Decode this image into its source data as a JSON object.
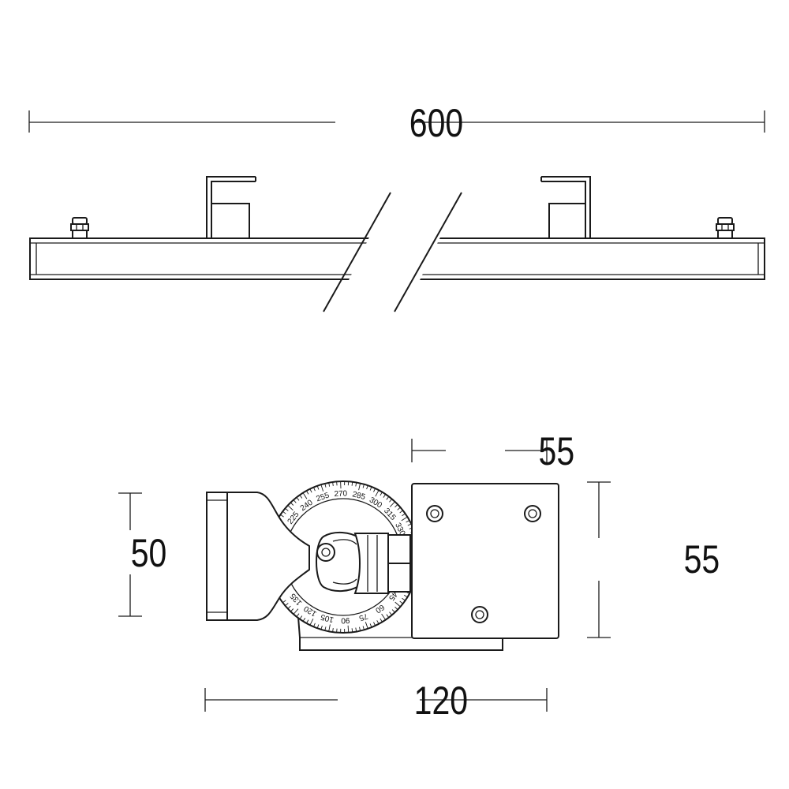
{
  "dimensions": {
    "length": "600",
    "mount_width": "55",
    "head_height": "50",
    "mount_height": "55",
    "total_depth": "120"
  },
  "dial_scale": {
    "upper": [
      "225",
      "240",
      "255",
      "270",
      "285",
      "300",
      "315",
      "330"
    ],
    "lower": [
      "135",
      "120",
      "105",
      "90",
      "75",
      "60",
      "45"
    ]
  }
}
